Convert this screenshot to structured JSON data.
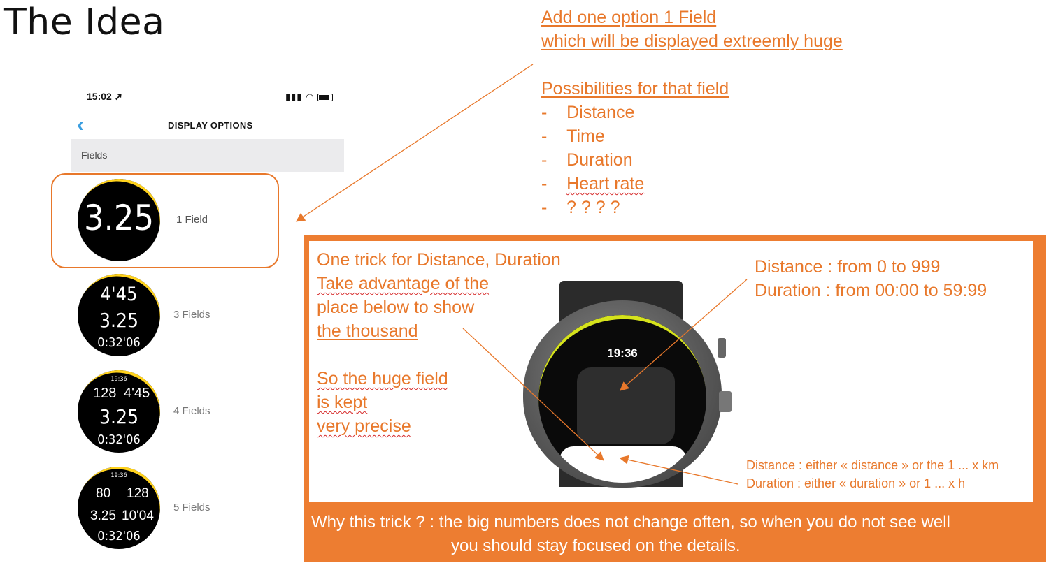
{
  "slide": {
    "title": "The Idea"
  },
  "phone": {
    "time": "15:02",
    "header_title": "DISPLAY OPTIONS",
    "section_label": "Fields",
    "options": [
      {
        "label": "1 Field",
        "watch": {
          "main": "3.25"
        }
      },
      {
        "label": "3 Fields",
        "watch": {
          "row1": "4'45",
          "row2": "3.25",
          "row3": "0:32'06"
        }
      },
      {
        "label": "4 Fields",
        "watch": {
          "time": "19:36",
          "left": "128",
          "right": "4'45",
          "row2": "3.25",
          "row3": "0:32'06"
        }
      },
      {
        "label": "5 Fields",
        "watch": {
          "time": "19:36",
          "left1": "80",
          "right1": "128",
          "left2": "3.25",
          "right2": "10'04",
          "row3": "0:32'06"
        }
      }
    ]
  },
  "proposal": {
    "line1": "Add one option 1 Field",
    "line2": "which will be displayed extreemly huge",
    "possibilities_title": "Possibilities for that field",
    "items": [
      "Distance",
      "Time",
      "Duration",
      "Heart rate",
      "? ? ? ?"
    ]
  },
  "trick": {
    "lines": [
      "One trick for Distance, Duration",
      "Take advantage of the",
      "place below to show",
      "the thousand"
    ],
    "conclusion": [
      "So the huge field",
      "is kept",
      "very precise"
    ],
    "range_distance": "Distance : from 0 to 999",
    "range_duration": "Duration : from 00:00 to 59:99",
    "note_distance": "Distance : either « distance » or the 1 ... x km",
    "note_duration": "Duration : either « duration » or 1 ... x h",
    "watch_time": "19:36"
  },
  "footer": {
    "line1": "Why this trick ? : the big numbers does not change often, so when you do not see well",
    "line2": "you should stay focused on the details."
  },
  "colors": {
    "accent": "#ed7d31",
    "text_orange": "#e8782b",
    "watch_arc": "#ffd21c",
    "back": "#3a9ee0"
  }
}
